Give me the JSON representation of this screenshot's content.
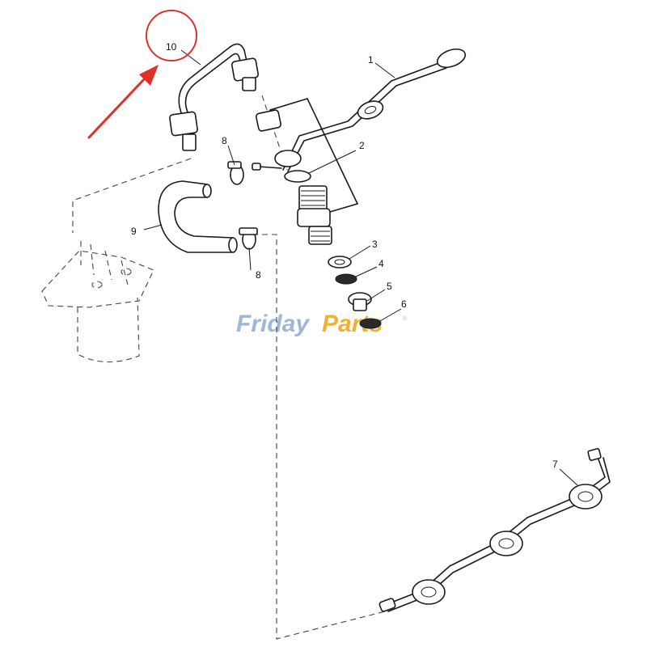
{
  "callouts": {
    "c1": "1",
    "c2": "2",
    "c3": "3",
    "c4": "4",
    "c5": "5",
    "c6": "6",
    "c7": "7",
    "c8a": "8",
    "c8b": "8",
    "c9": "9",
    "c10": "10"
  },
  "highlight": {
    "target_callout": "10",
    "marker_color": "#e0302a"
  },
  "watermark": {
    "part1": "Friday",
    "part2": "Parts",
    "mark": "®",
    "color_primary": "#9fb6d8",
    "color_accent": "#f0b030"
  }
}
